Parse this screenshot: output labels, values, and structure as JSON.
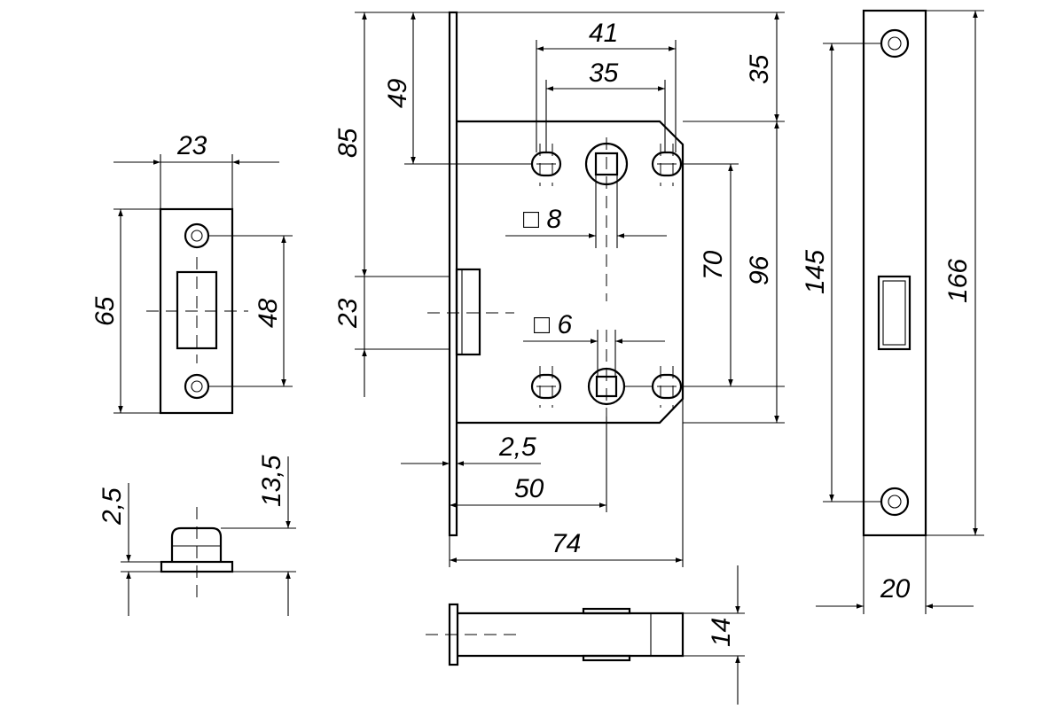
{
  "diagram": {
    "dimensions": {
      "strike_width": "23",
      "strike_height": "65",
      "strike_screw_spacing": "48",
      "strike_thickness": "2,5",
      "strike_depth": "13,5",
      "lock_41": "41",
      "lock_35_hole": "35",
      "lock_35_top": "35",
      "lock_49": "49",
      "lock_85": "85",
      "lock_23": "23",
      "lock_70": "70",
      "lock_96": "96",
      "square_8": "□ 8",
      "square_6": "□ 6",
      "faceplate_2_5": "2,5",
      "backset_50": "50",
      "body_74": "74",
      "latch_14": "14",
      "faceplate_145": "145",
      "faceplate_166": "166",
      "faceplate_20": "20"
    }
  }
}
